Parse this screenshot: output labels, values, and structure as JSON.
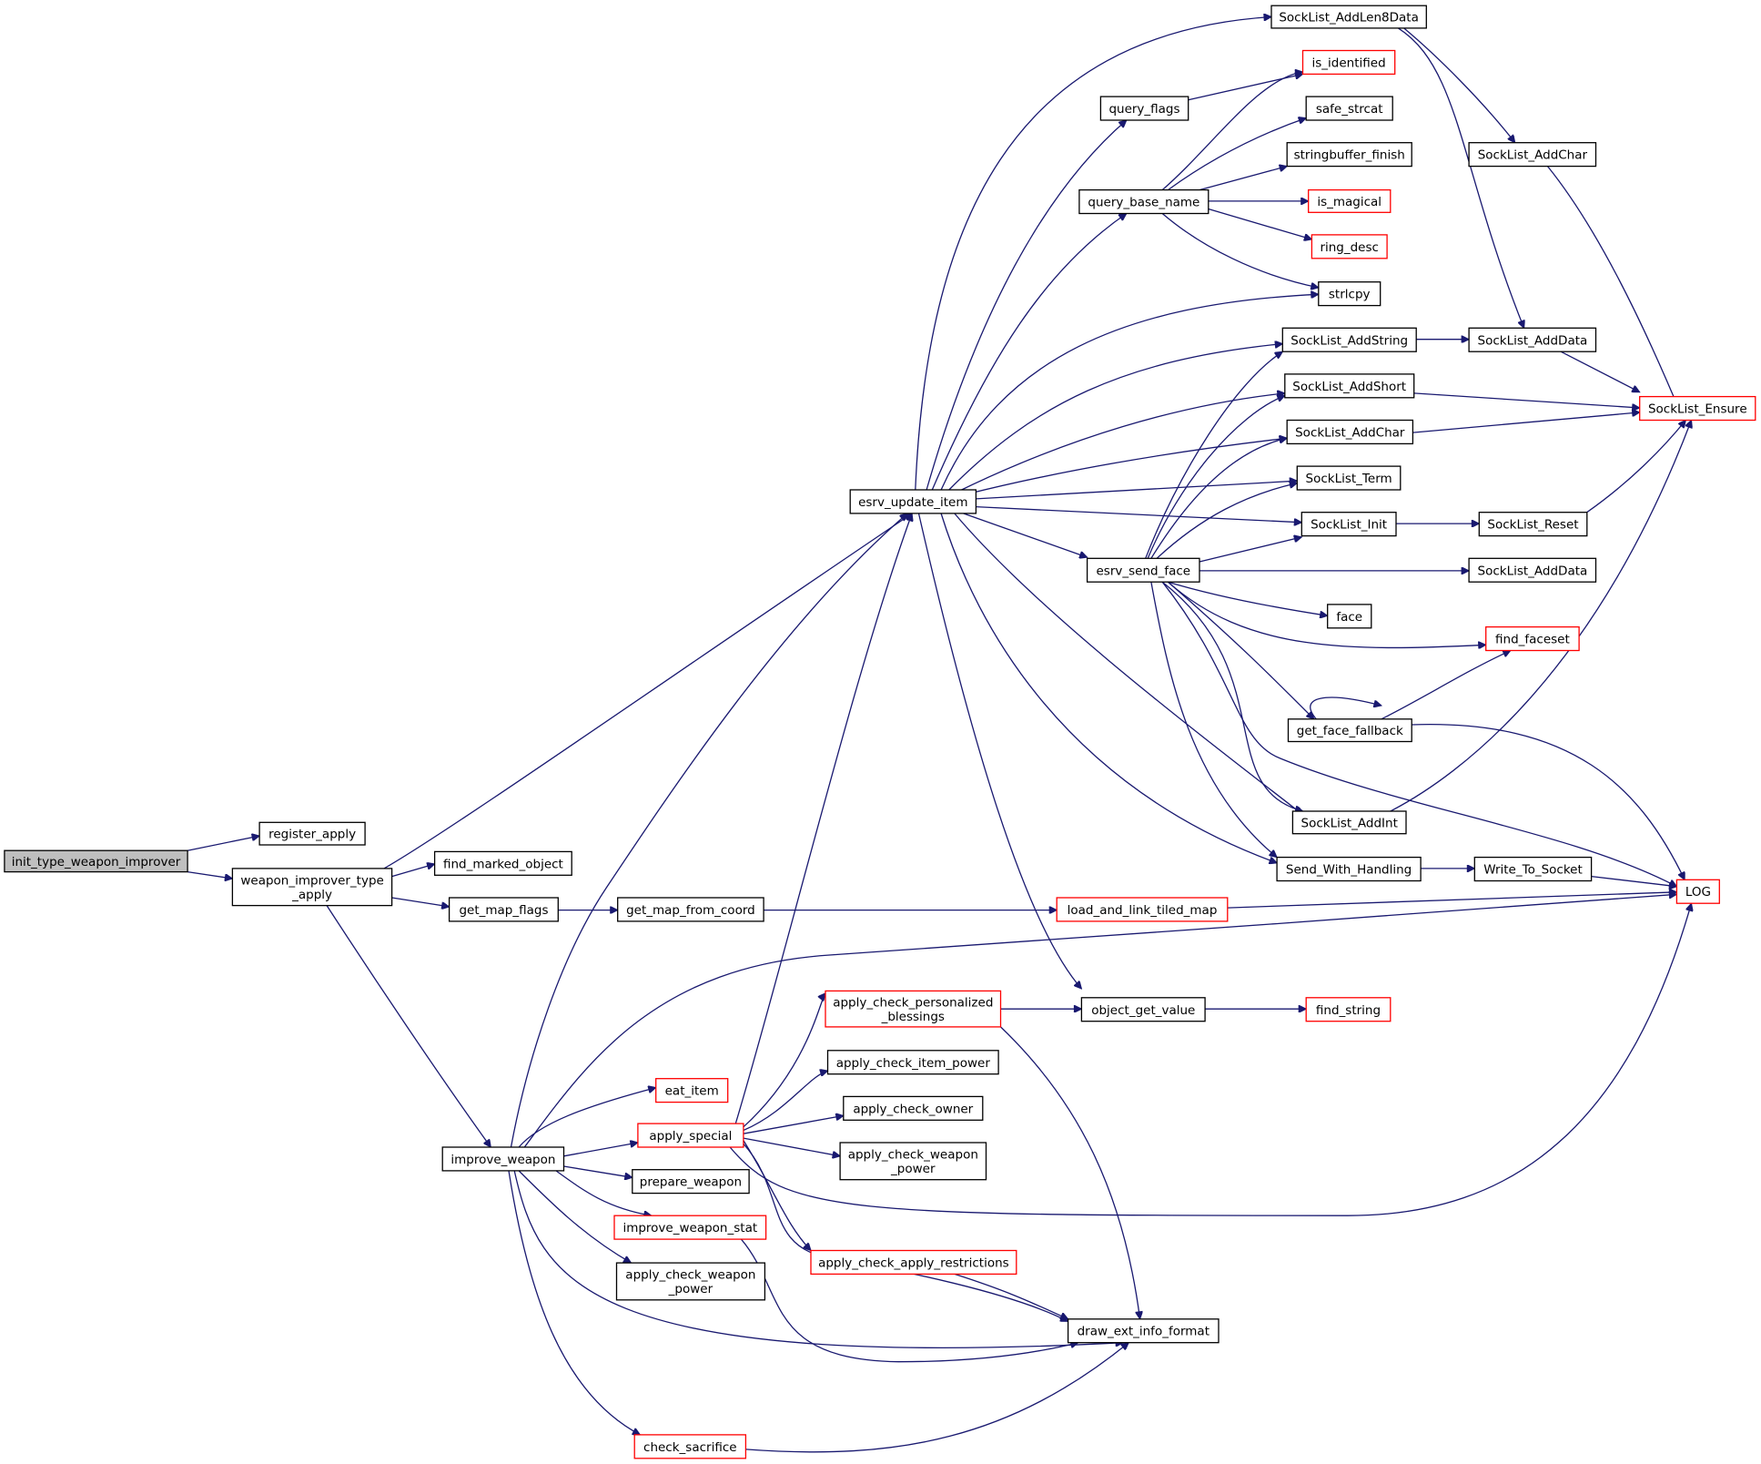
{
  "colors": {
    "edge": "#191970",
    "normal_border": "#000000",
    "red_border": "#ff0000",
    "root_fill": "#bfbfbf"
  },
  "nodes": {
    "root": "init_type_weapon_improver",
    "register_apply": "register_apply",
    "wita": [
      "weapon_improver_type",
      "_apply"
    ],
    "find_marked_object": "find_marked_object",
    "get_map_flags": "get_map_flags",
    "get_map_from_coord": "get_map_from_coord",
    "load_and_link_tiled_map": "load_and_link_tiled_map",
    "improve_weapon": "improve_weapon",
    "esrv_update_item": "esrv_update_item",
    "esrv_send_face": "esrv_send_face",
    "query_flags": "query_flags",
    "query_base_name": "query_base_name",
    "sl_addlen8data": "SockList_AddLen8Data",
    "is_identified": "is_identified",
    "safe_strcat": "safe_strcat",
    "stringbuffer_finish": "stringbuffer_finish",
    "is_magical": "is_magical",
    "ring_desc": "ring_desc",
    "strlcpy": "strlcpy",
    "sl_addstring": "SockList_AddString",
    "sl_addshort": "SockList_AddShort",
    "sl_addchar_mid": "SockList_AddChar",
    "sl_term": "SockList_Term",
    "sl_init": "SockList_Init",
    "sl_reset": "SockList_Reset",
    "sl_adddata_mid": "SockList_AddData",
    "face": "face",
    "find_faceset": "find_faceset",
    "get_face_fallback": "get_face_fallback",
    "sl_addint": "SockList_AddInt",
    "send_with_handling": "Send_With_Handling",
    "write_to_socket": "Write_To_Socket",
    "sl_addchar_top": "SockList_AddChar",
    "sl_adddata_top": "SockList_AddData",
    "sl_ensure": "SockList_Ensure",
    "log": "LOG",
    "object_get_value": "object_get_value",
    "find_string": "find_string",
    "acpb": [
      "apply_check_personalized",
      "_blessings"
    ],
    "acip": "apply_check_item_power",
    "aco": "apply_check_owner",
    "acwp_right": [
      "apply_check_weapon",
      "_power"
    ],
    "acar": "apply_check_apply_restrictions",
    "eat_item": "eat_item",
    "apply_special": "apply_special",
    "prepare_weapon": "prepare_weapon",
    "improve_weapon_stat": "improve_weapon_stat",
    "acwp_left": [
      "apply_check_weapon",
      "_power"
    ],
    "check_sacrifice": "check_sacrifice",
    "draw_ext_info_format": "draw_ext_info_format"
  }
}
